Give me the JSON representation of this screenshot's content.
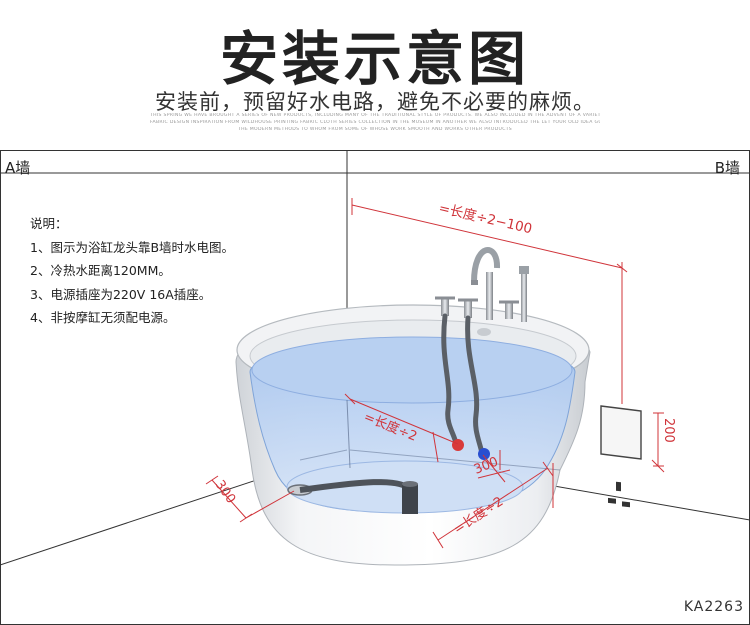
{
  "header": {
    "title": "安装示意图",
    "subtitle": "安装前，预留好水电路，避免不必要的麻烦。",
    "fineprint": [
      "THIS SPRING WE HAVE BROUGHT A SERIES OF NEW PRODUCTS, INCLUDING MANY OF THE TRADITIONAL STYLE OF PRODUCTS. WE ALSO INCLUDED IN THE ADVENT OF A VARIETY OF CLOTH AND SOME",
      "FABRIC DESIGN INSPIRATION FROM WILDHOUSE PRINTING FABRIC CLOTH SERIES COLLECTION IN THE MUSEUM IN ANOTHER WE ALSO INTRODUCED THE LET YOUR OLD IDEA GUEST NEW ERA SEE IN THE",
      "THE MODERN METHODS TO WHOM FROM SOME OF WHOSE WORK SMOOTH AND WORKS OTHER PRODUCTS"
    ]
  },
  "walls": {
    "a_label": "A墙",
    "b_label": "B墙"
  },
  "notes": {
    "heading": "说明：",
    "items": [
      "1、图示为浴缸龙头靠B墙时水电图。",
      "2、冷热水距离120MM。",
      "3、电源插座为220V 16A插座。",
      "4、非按摩缸无须配电源。"
    ]
  },
  "dimensions": {
    "top_length": "=长度÷2−100",
    "inner_length": "=长度÷2",
    "floor_length": "=长度÷2",
    "wall_a_distance": "300",
    "pipe_distance": "300",
    "socket_height": "200"
  },
  "colors": {
    "hot_pipe": "#d83a3a",
    "cold_pipe": "#2a4fd0",
    "dimension_line": "#d0343a",
    "water": "#bcd4f4"
  },
  "footer": {
    "model": "KA2263"
  }
}
